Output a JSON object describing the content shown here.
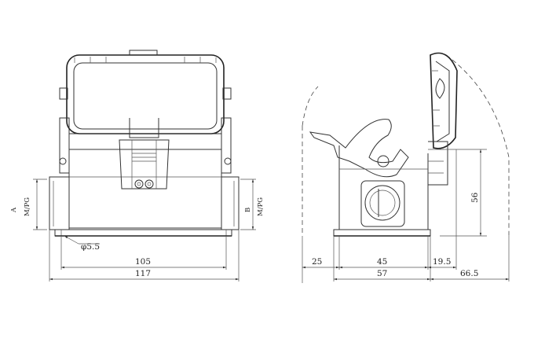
{
  "front_view": {
    "dimensions": {
      "width_105": "105",
      "width_117": "117",
      "hole": "φ5.5"
    },
    "labels": {
      "side_a": "A",
      "side_a_thread": "M/PG",
      "side_b": "B",
      "side_b_thread": "M/PG"
    }
  },
  "side_view": {
    "dimensions": {
      "offset_25": "25",
      "base_45": "45",
      "base_57": "57",
      "height_56": "56",
      "clearance_19_5": "19.5",
      "clearance_66_5": "66.5"
    }
  },
  "colors": {
    "line": "#333333",
    "background": "#ffffff"
  }
}
